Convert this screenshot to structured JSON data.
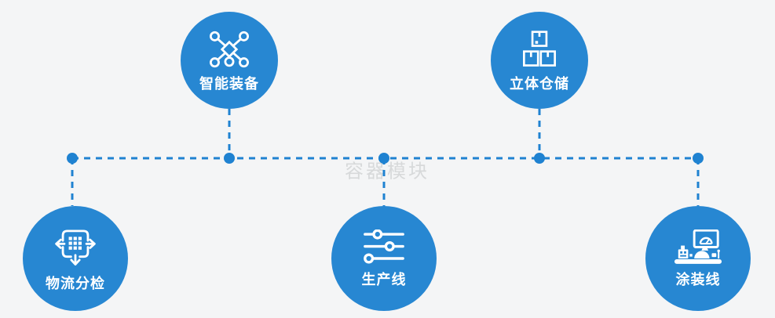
{
  "watermark_text": "容器模块",
  "colors": {
    "page_bg": "#f4f5f6",
    "circle_blue": "#2787d2",
    "connector_blue": "#1f82d1",
    "icon_white": "#ffffff",
    "watermark_gray": "#d7d9da"
  },
  "nodes": [
    {
      "id": "smart-equipment",
      "label": "智能装备",
      "icon": "network-nodes-icon",
      "row": "top"
    },
    {
      "id": "stereo-warehouse",
      "label": "立体仓储",
      "icon": "stacked-boxes-icon",
      "row": "top"
    },
    {
      "id": "logistics-sorting",
      "label": "物流分检",
      "icon": "sorting-grid-arrows-icon",
      "row": "bottom"
    },
    {
      "id": "production-line",
      "label": "生产线",
      "icon": "sliders-icon",
      "row": "bottom"
    },
    {
      "id": "painting-line",
      "label": "涂装线",
      "icon": "control-station-icon",
      "row": "bottom"
    }
  ]
}
